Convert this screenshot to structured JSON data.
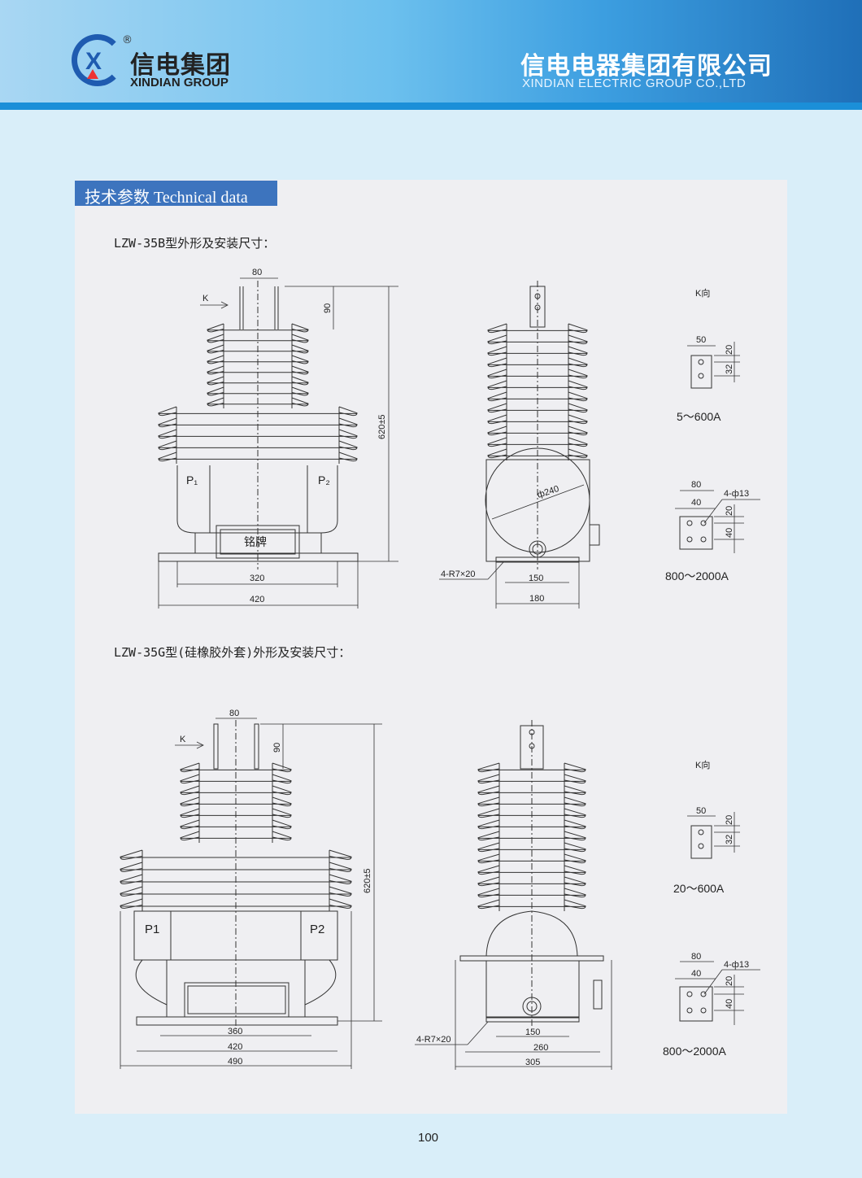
{
  "header": {
    "logo_cn": "信电集团",
    "logo_en": "XINDIAN GROUP",
    "registered": "®",
    "company_cn": "信电电器集团有限公司",
    "company_en": "XINDIAN ELECTRIC GROUP CO.,LTD"
  },
  "section_tab": "技术参数 Technical data",
  "drawing_b": {
    "title": "LZW-35B型外形及安装尺寸：",
    "front": {
      "k": "K",
      "d80": "80",
      "d90": "90",
      "d620": "620±5",
      "p1": "P₁",
      "p2": "P₂",
      "nameplate": "铭牌",
      "d320": "320",
      "d420": "420"
    },
    "side": {
      "phi": "ф240",
      "r": "4-R7×20",
      "d150": "150",
      "d180": "180"
    },
    "kview": {
      "title": "K向",
      "d50": "50",
      "d20": "20",
      "d32": "32",
      "range1": "5～600A",
      "d80": "80",
      "d40": "40",
      "holes": "4-ф13",
      "d20b": "20",
      "d40b": "40",
      "range2": "800～2000A"
    }
  },
  "drawing_g": {
    "title": "LZW-35G型(硅橡胶外套)外形及安装尺寸：",
    "front": {
      "k": "K",
      "d80": "80",
      "d90": "90",
      "d620": "620±5",
      "p1": "P1",
      "p2": "P2",
      "d360": "360",
      "d420": "420",
      "d490": "490"
    },
    "side": {
      "r": "4-R7×20",
      "d150": "150",
      "d260": "260",
      "d305": "305"
    },
    "kview": {
      "title": "K向",
      "d50": "50",
      "d20": "20",
      "d32": "32",
      "range1": "20～600A",
      "d80": "80",
      "d40": "40",
      "holes": "4-ф13",
      "d20b": "20",
      "d40b": "40",
      "range2": "800～2000A"
    }
  },
  "page_number": "100"
}
